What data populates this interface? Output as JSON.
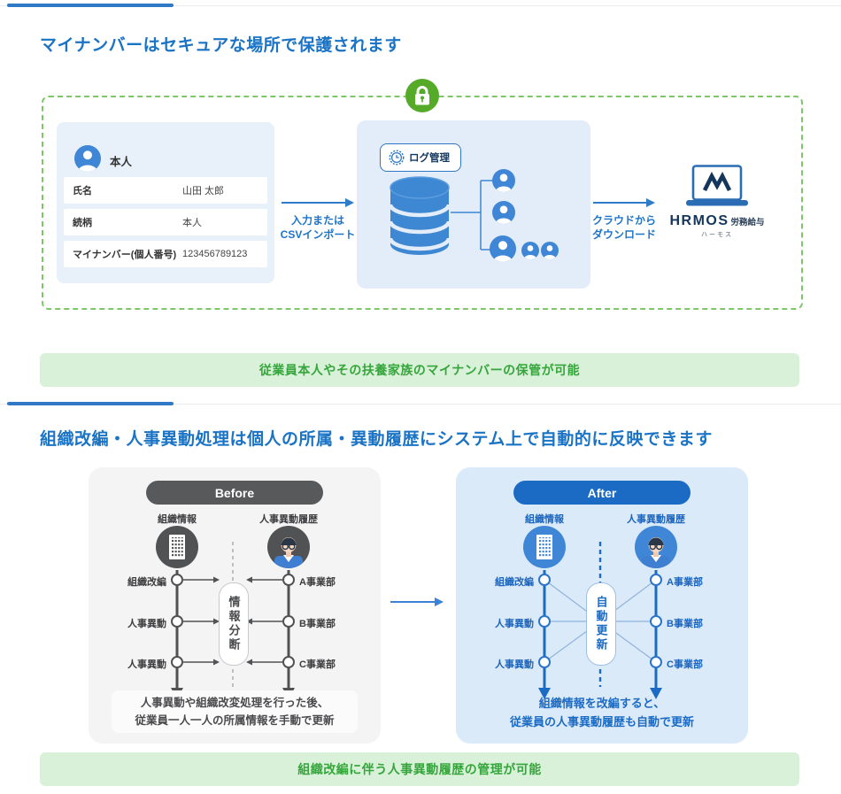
{
  "colors": {
    "accent_blue": "#1a73c5",
    "line_blue": "#3079c6",
    "light_blue_bg": "#e3edf9",
    "card_bg": "#e8f1f9",
    "icon_blue": "#3f86d6",
    "green_banner_bg": "#d9f1d9",
    "green_text": "#35a63b",
    "lock_green": "#55aa28",
    "dashed_border_green": "#7dc768",
    "before_gray": "#58595b",
    "after_blue": "#1b6bc5",
    "hrmos_navy": "#14365c"
  },
  "section1": {
    "heading": "マイナンバーはセキュアな場所で保護されます",
    "card": {
      "person_label": "本人",
      "rows": [
        {
          "label": "氏名",
          "value": "山田 太郎"
        },
        {
          "label": "続柄",
          "value": "本人"
        },
        {
          "label": "マイナンバー(個人番号)",
          "value": "123456789123"
        }
      ]
    },
    "arrow_import": {
      "line1": "入力または",
      "line2": "CSVインポート"
    },
    "log_badge": "ログ管理",
    "arrow_download": {
      "line1": "クラウドから",
      "line2": "ダウンロード"
    },
    "logo": {
      "wordmark": "HRMOS",
      "suffix": "労務給与",
      "reading": "ハーモス"
    },
    "banner": "従業員本人やその扶養家族のマイナンバーの保管が可能"
  },
  "section2": {
    "heading": "組織改編・人事異動処理は個人の所属・異動履歴にシステム上で自動的に反映できます",
    "before": {
      "pill": "Before",
      "col_left": "組織情報",
      "col_right": "人事異動履歴",
      "left_nodes": [
        "組織改編",
        "人事異動",
        "人事異動"
      ],
      "right_nodes": [
        "A事業部",
        "B事業部",
        "C事業部"
      ],
      "center_label": "情報分断",
      "caption_line1": "人事異動や組織改変処理を行った後、",
      "caption_line2": "従業員一人一人の所属情報を手動で更新"
    },
    "after": {
      "pill": "After",
      "col_left": "組織情報",
      "col_right": "人事異動履歴",
      "left_nodes": [
        "組織改編",
        "人事異動",
        "人事異動"
      ],
      "right_nodes": [
        "A事業部",
        "B事業部",
        "C事業部"
      ],
      "center_label": "自動更新",
      "caption_line1": "組織情報を改編すると、",
      "caption_line2": "従業員の人事異動履歴も自動で更新"
    },
    "banner": "組織改編に伴う人事異動履歴の管理が可能"
  }
}
